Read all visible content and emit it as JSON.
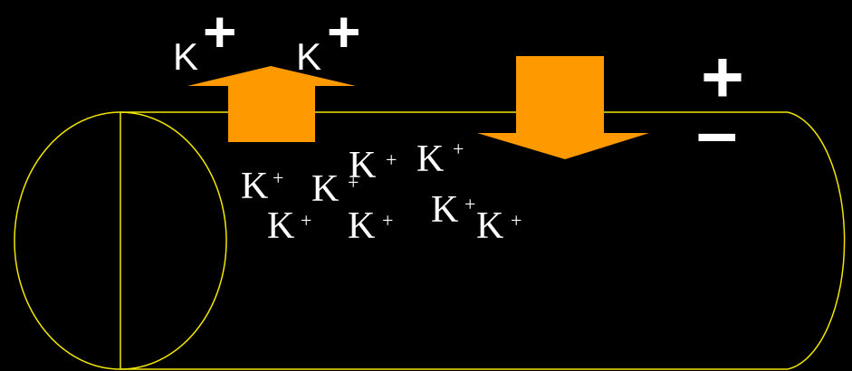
{
  "colors": {
    "background": "#000000",
    "membrane_outline": "#f2e600",
    "arrow_fill": "#ff9900",
    "text": "#ffffff"
  },
  "outside_ions": [
    {
      "symbol": "K",
      "charge": "+"
    },
    {
      "symbol": "K",
      "charge": "+"
    }
  ],
  "inside_ions": [
    {
      "symbol": "K",
      "charge": "+"
    },
    {
      "symbol": "K",
      "charge": "+"
    },
    {
      "symbol": "K",
      "charge": "+"
    },
    {
      "symbol": "K",
      "charge": "+"
    },
    {
      "symbol": "K",
      "charge": "+"
    },
    {
      "symbol": "K",
      "charge": "+"
    },
    {
      "symbol": "K",
      "charge": "+"
    },
    {
      "symbol": "K",
      "charge": "+"
    }
  ],
  "polarity": {
    "top_sign": "+",
    "bottom_sign": "–"
  },
  "arrows": [
    {
      "direction": "up"
    },
    {
      "direction": "down"
    }
  ]
}
